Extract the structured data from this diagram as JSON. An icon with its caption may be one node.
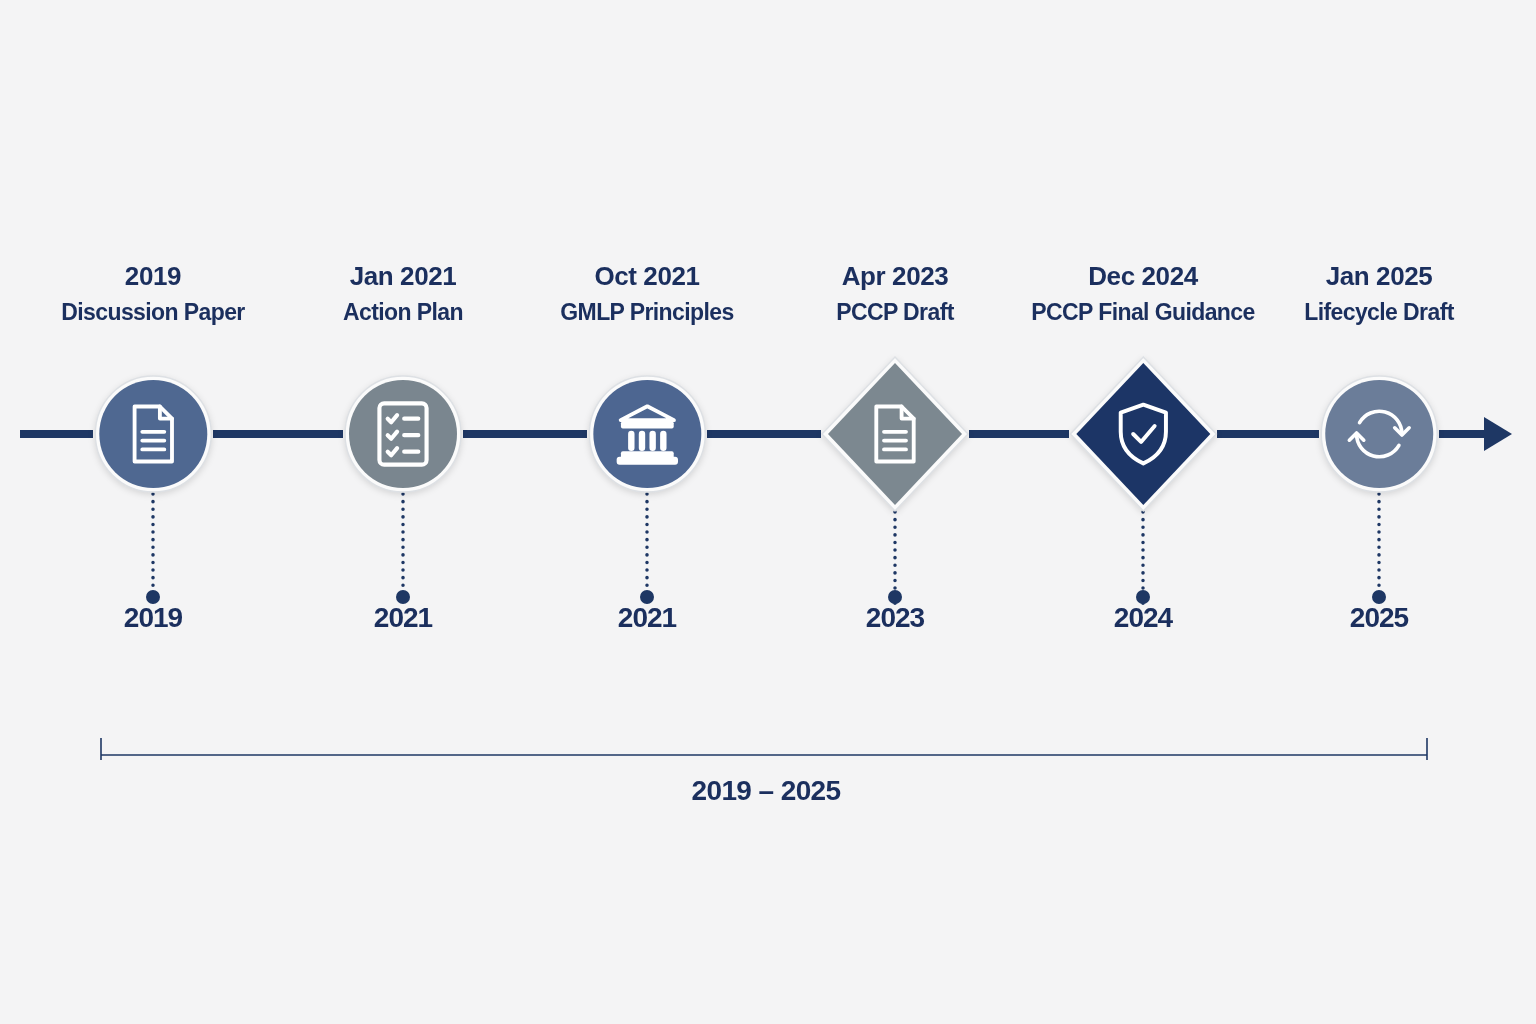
{
  "diagram": {
    "nodes": [
      {
        "text": [
          "2019",
          "Discussion Paper"
        ]
      },
      {
        "text": [
          "Jan 2021",
          "Action Plan"
        ]
      },
      {
        "text": [
          "Oct 2021",
          "GMLP Principles"
        ]
      },
      {
        "text": [
          "Apr 2023",
          "PCCP Draft"
        ]
      },
      {
        "text": [
          "Dec 2024",
          "PCCP Final Guidance"
        ]
      },
      {
        "text": [
          "Jan 2025",
          "Lifecycle Draft"
        ]
      },
      {
        "text": [
          "2019"
        ]
      },
      {
        "text": [
          "2021"
        ]
      },
      {
        "text": [
          "2021"
        ]
      },
      {
        "text": [
          "2023"
        ]
      },
      {
        "text": [
          "2024"
        ]
      },
      {
        "text": [
          "2025"
        ]
      }
    ],
    "edges": [
      {
        "from": null,
        "to": 0,
        "arrow": "none"
      },
      {
        "from": 0,
        "to": 1,
        "arrow": "none"
      },
      {
        "from": 1,
        "to": 2,
        "arrow": "none"
      },
      {
        "from": 2,
        "to": 3,
        "arrow": "none"
      },
      {
        "from": 3,
        "to": 4,
        "arrow": "none"
      },
      {
        "from": 4,
        "to": 5,
        "arrow": "none"
      },
      {
        "from": 5,
        "to": null,
        "arrow": "to"
      },
      {
        "from": 0,
        "to": 6,
        "arrow": "other",
        "style": "dashed"
      },
      {
        "from": 1,
        "to": 7,
        "arrow": "other",
        "style": "dashed"
      },
      {
        "from": 2,
        "to": 8,
        "arrow": "other",
        "style": "dashed"
      },
      {
        "from": 3,
        "to": 9,
        "arrow": "other",
        "style": "dashed"
      },
      {
        "from": 4,
        "to": 10,
        "arrow": "other",
        "style": "dashed"
      },
      {
        "from": 5,
        "to": 11,
        "arrow": "other",
        "style": "dashed"
      }
    ],
    "labels": [
      "2019 – 2025"
    ]
  }
}
